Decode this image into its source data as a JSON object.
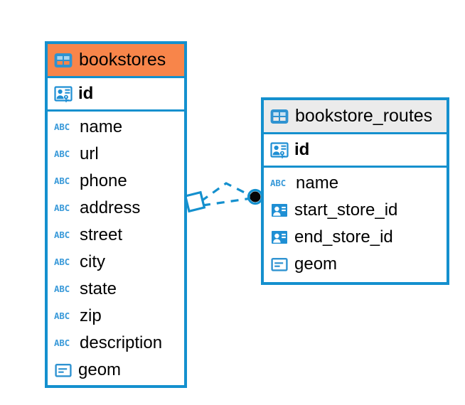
{
  "diagram": {
    "type": "entity-relationship-diagram",
    "background": "#ffffff",
    "accent_color": "#1490ce",
    "highlight_color": "#f8854a",
    "header_color": "#ebebeb"
  },
  "entities": [
    {
      "name": "bookstores",
      "title": "bookstores",
      "highlighted": true,
      "header_color": "#f8854a",
      "border_color": "#1490ce",
      "primary_keys": [
        {
          "label": "id",
          "icon": "primary-key-icon",
          "type": "key"
        }
      ],
      "fields": [
        {
          "label": "name",
          "icon": "abc-text-icon",
          "type": "text"
        },
        {
          "label": "url",
          "icon": "abc-text-icon",
          "type": "text"
        },
        {
          "label": "phone",
          "icon": "abc-text-icon",
          "type": "text"
        },
        {
          "label": "address",
          "icon": "abc-text-icon",
          "type": "text"
        },
        {
          "label": "street",
          "icon": "abc-text-icon",
          "type": "text"
        },
        {
          "label": "city",
          "icon": "abc-text-icon",
          "type": "text"
        },
        {
          "label": "state",
          "icon": "abc-text-icon",
          "type": "text"
        },
        {
          "label": "zip",
          "icon": "abc-text-icon",
          "type": "text"
        },
        {
          "label": "description",
          "icon": "abc-text-icon",
          "type": "text"
        },
        {
          "label": "geom",
          "icon": "geometry-icon",
          "type": "geometry"
        }
      ]
    },
    {
      "name": "bookstore_routes",
      "title": "bookstore_routes",
      "highlighted": false,
      "header_color": "#ebebeb",
      "border_color": "#1490ce",
      "primary_keys": [
        {
          "label": "id",
          "icon": "primary-key-icon",
          "type": "key"
        }
      ],
      "fields": [
        {
          "label": "name",
          "icon": "abc-text-icon",
          "type": "text"
        },
        {
          "label": "start_store_id",
          "icon": "foreign-key-icon",
          "type": "reference"
        },
        {
          "label": "end_store_id",
          "icon": "foreign-key-icon",
          "type": "reference"
        },
        {
          "label": "geom",
          "icon": "geometry-icon",
          "type": "geometry"
        }
      ]
    }
  ],
  "relationships": [
    {
      "from": "bookstores",
      "to": "bookstore_routes",
      "from_marker": "diamond-marker",
      "to_marker": "dot-marker",
      "line_style": "dashed",
      "color": "#1490ce"
    }
  ]
}
